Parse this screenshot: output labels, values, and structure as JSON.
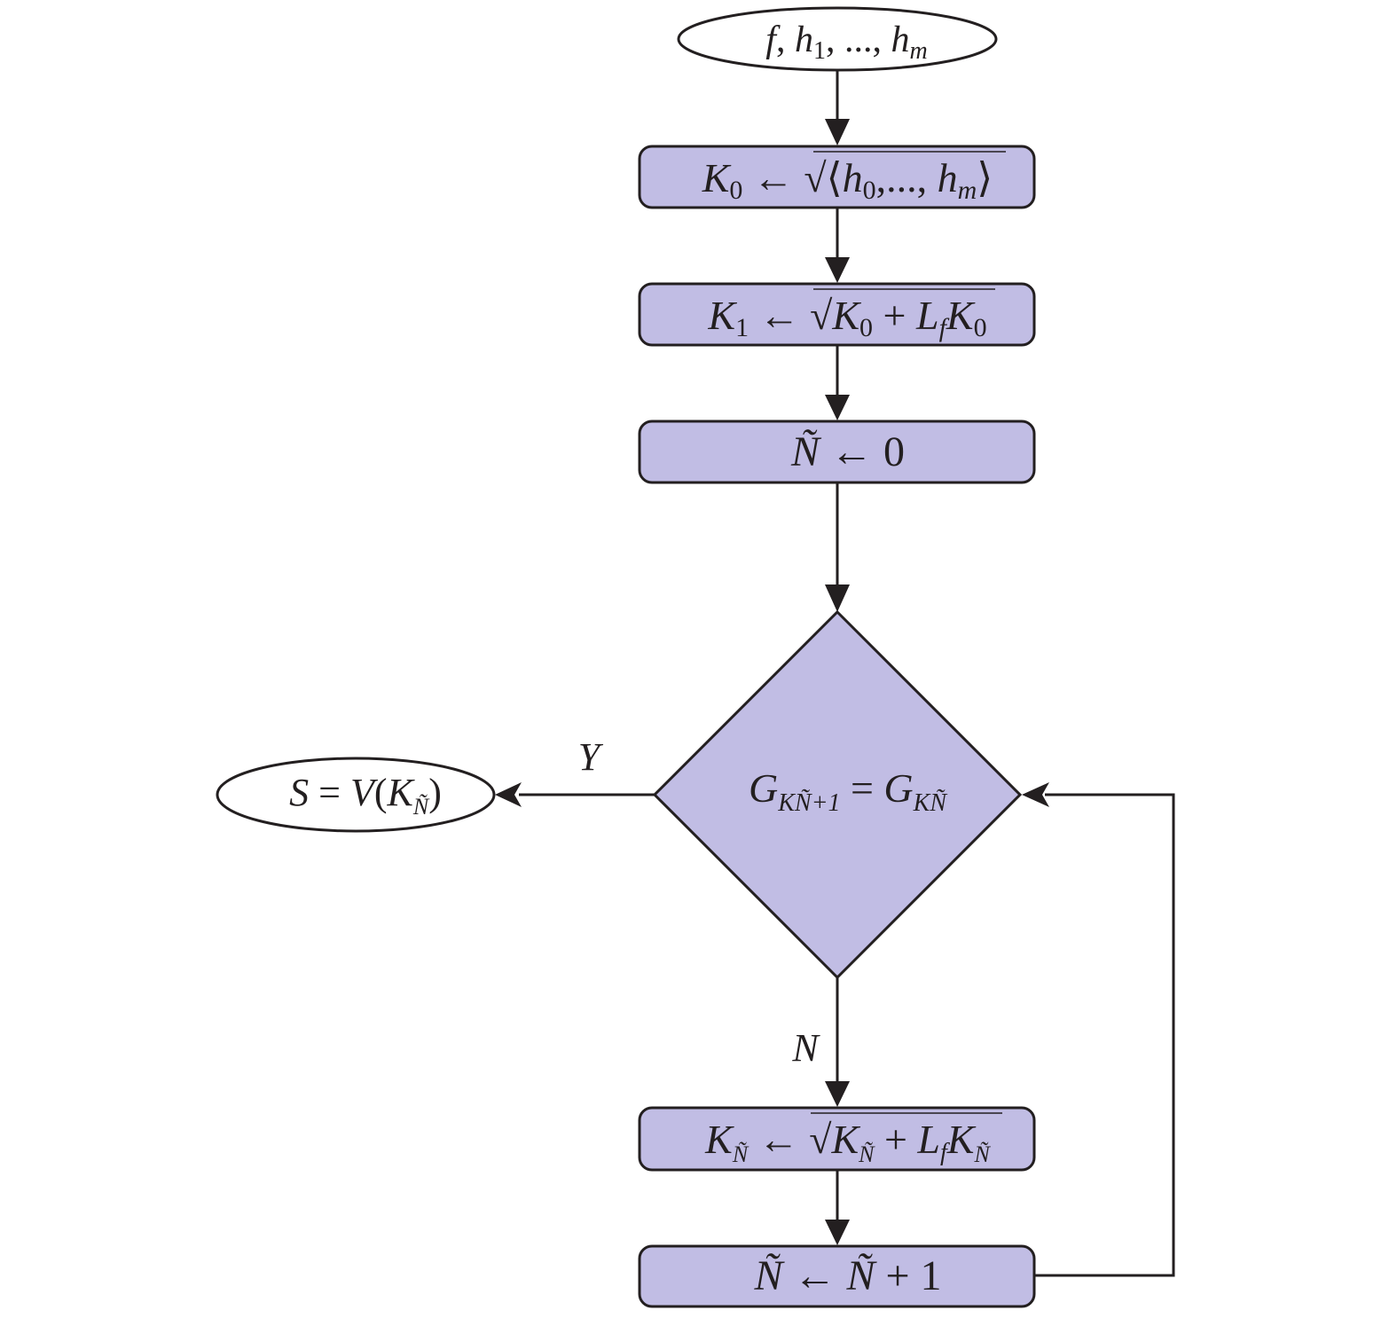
{
  "diagram": {
    "type": "flowchart",
    "colors": {
      "node_fill": "#c1bde4",
      "stroke": "#231f20",
      "terminal_fill": "#ffffff",
      "background": "#ffffff"
    },
    "nodes": {
      "input": {
        "shape": "ellipse",
        "text": "f, h1, ..., hm",
        "parts": {
          "f": "f",
          "sep1": ", ",
          "h": "h",
          "sub1": "1",
          "mid": ", ..., ",
          "h2": "h",
          "subm": "m"
        }
      },
      "k0": {
        "shape": "rounded-rect",
        "text": "K0 ← √⟨h0,..., hm⟩",
        "parts": {
          "K": "K",
          "sub0": "0",
          "arrow": " ← ",
          "sqrt": "√",
          "lang": "⟨",
          "h": "h",
          "hsub0": "0",
          "mid": ",..., ",
          "h2": "h",
          "hsubm": "m",
          "rang": "⟩"
        }
      },
      "k1": {
        "shape": "rounded-rect",
        "text": "K1 ← √K0 + LfK0",
        "parts": {
          "K": "K",
          "sub1": "1",
          "arrow": " ← ",
          "sqrt": "√",
          "K2": "K",
          "sub0a": "0",
          "plus": " + ",
          "L": "L",
          "subf": "f",
          "K3": "K",
          "sub0b": "0"
        }
      },
      "n0": {
        "shape": "rounded-rect",
        "text": "Ñ ← 0",
        "parts": {
          "N": "Ñ",
          "arrow": " ← ",
          "zero": "0"
        }
      },
      "decision": {
        "shape": "diamond",
        "text": "G_{KÑ+1} = G_{KÑ}",
        "parts": {
          "G": "G",
          "sub1": "KÑ+1",
          "eq": " = ",
          "G2": "G",
          "sub2": "KÑ"
        }
      },
      "output": {
        "shape": "ellipse",
        "text": "S = V(KÑ)",
        "parts": {
          "S": "S",
          "eq": " = ",
          "V": "V",
          "lp": "(",
          "K": "K",
          "subN": "Ñ",
          "rp": ")"
        }
      },
      "kn": {
        "shape": "rounded-rect",
        "text": "KÑ ← √KÑ + LfKÑ",
        "parts": {
          "K": "K",
          "subN": "Ñ",
          "arrow": " ← ",
          "sqrt": "√",
          "K2": "K",
          "subN2": "Ñ",
          "plus": " + ",
          "L": "L",
          "subf": "f",
          "K3": "K",
          "subN3": "Ñ"
        }
      },
      "inc": {
        "shape": "rounded-rect",
        "text": "Ñ ← Ñ + 1",
        "parts": {
          "N": "Ñ",
          "arrow": " ← ",
          "N2": "Ñ",
          "plus": " + ",
          "one": "1"
        }
      }
    },
    "edges": [
      {
        "from": "input",
        "to": "k0",
        "label": ""
      },
      {
        "from": "k0",
        "to": "k1",
        "label": ""
      },
      {
        "from": "k1",
        "to": "n0",
        "label": ""
      },
      {
        "from": "n0",
        "to": "decision",
        "label": ""
      },
      {
        "from": "decision",
        "to": "output",
        "label": "Y"
      },
      {
        "from": "decision",
        "to": "kn",
        "label": "N"
      },
      {
        "from": "kn",
        "to": "inc",
        "label": ""
      },
      {
        "from": "inc",
        "to": "decision",
        "label": ""
      }
    ],
    "edge_labels": {
      "yes": "Y",
      "no": "N"
    }
  }
}
